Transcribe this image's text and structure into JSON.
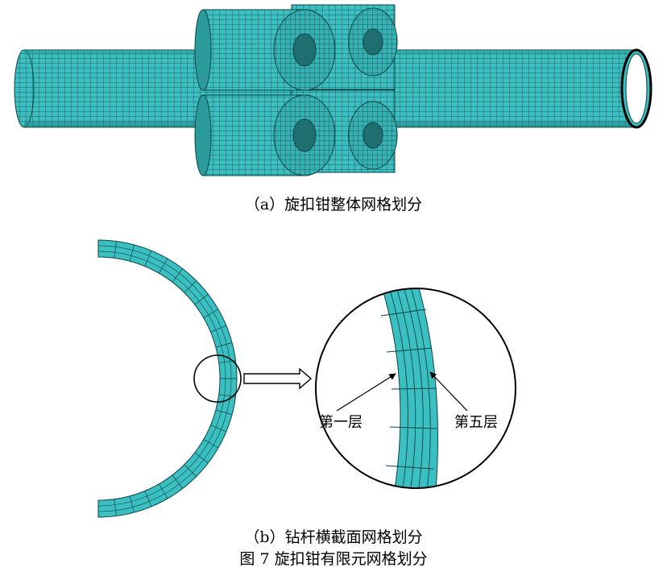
{
  "colors": {
    "mesh_fill": "#3bbfc0",
    "mesh_line": "#0a4548",
    "outline": "#000000",
    "background": "#ffffff"
  },
  "figure_a": {
    "caption": "（a）旋扣钳整体网格划分"
  },
  "figure_b": {
    "caption": "（b）钻杆横截面网格划分",
    "labels": {
      "layer_first": "第一层",
      "layer_fifth": "第五层"
    }
  },
  "figure_title": "图 7  旋扣钳有限元网格划分"
}
